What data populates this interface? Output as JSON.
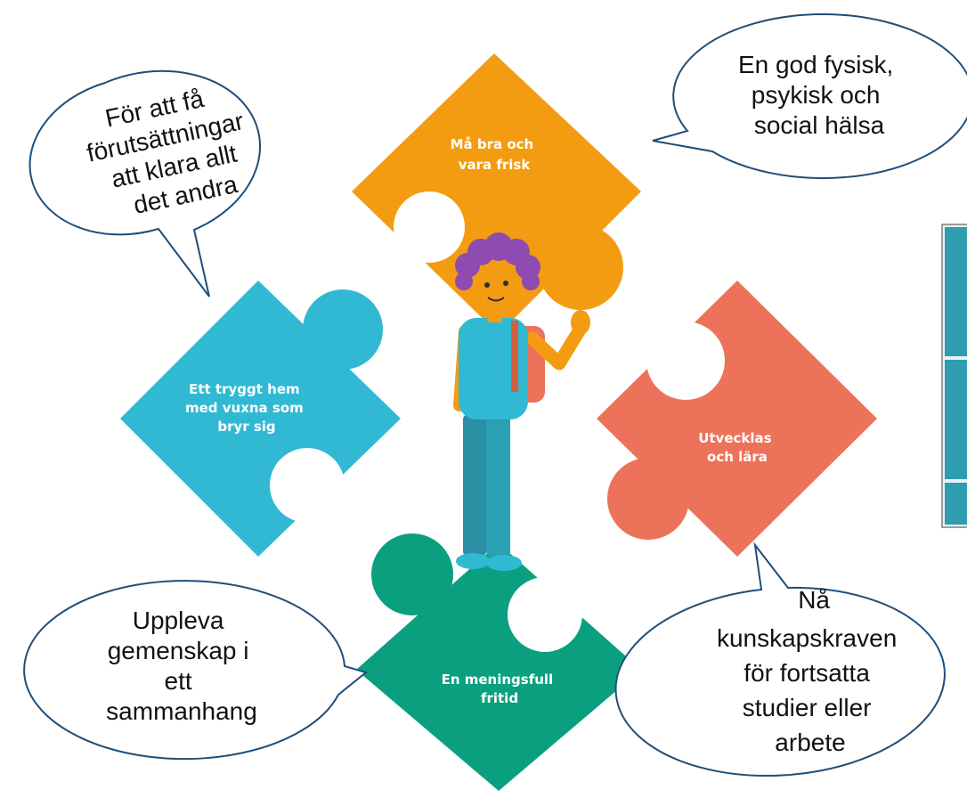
{
  "pieces": {
    "top": {
      "lines": [
        "Må bra och",
        "vara frisk"
      ],
      "color": "#f39c12"
    },
    "left": {
      "lines": [
        "Ett tryggt hem",
        "med vuxna som",
        "bryr sig"
      ],
      "color": "#31b9d3"
    },
    "right": {
      "lines": [
        "Utvecklas",
        "och lära"
      ],
      "color": "#ec7359"
    },
    "bottom": {
      "lines": [
        "En meningsfull",
        "fritid"
      ],
      "color": "#0aa07f"
    }
  },
  "bubbles": {
    "top_left": {
      "lines": [
        "För att få",
        "förutsättningar",
        "att klara allt",
        "det andra"
      ]
    },
    "top_right": {
      "lines": [
        "En god fysisk,",
        "psykisk och",
        "social hälsa"
      ]
    },
    "bottom_left": {
      "lines": [
        "Uppleva",
        "gemenskap i",
        "ett",
        "sammanhang"
      ]
    },
    "bottom_right": {
      "lines": [
        "Nå",
        "kunskapskraven",
        "för fortsatta",
        "studier eller",
        "arbete"
      ]
    }
  },
  "colors": {
    "bubble_outline": "#1f4e79",
    "child_hair": "#8e4bb0",
    "child_skin": "#f39c12",
    "child_shirt": "#31b9d3"
  }
}
